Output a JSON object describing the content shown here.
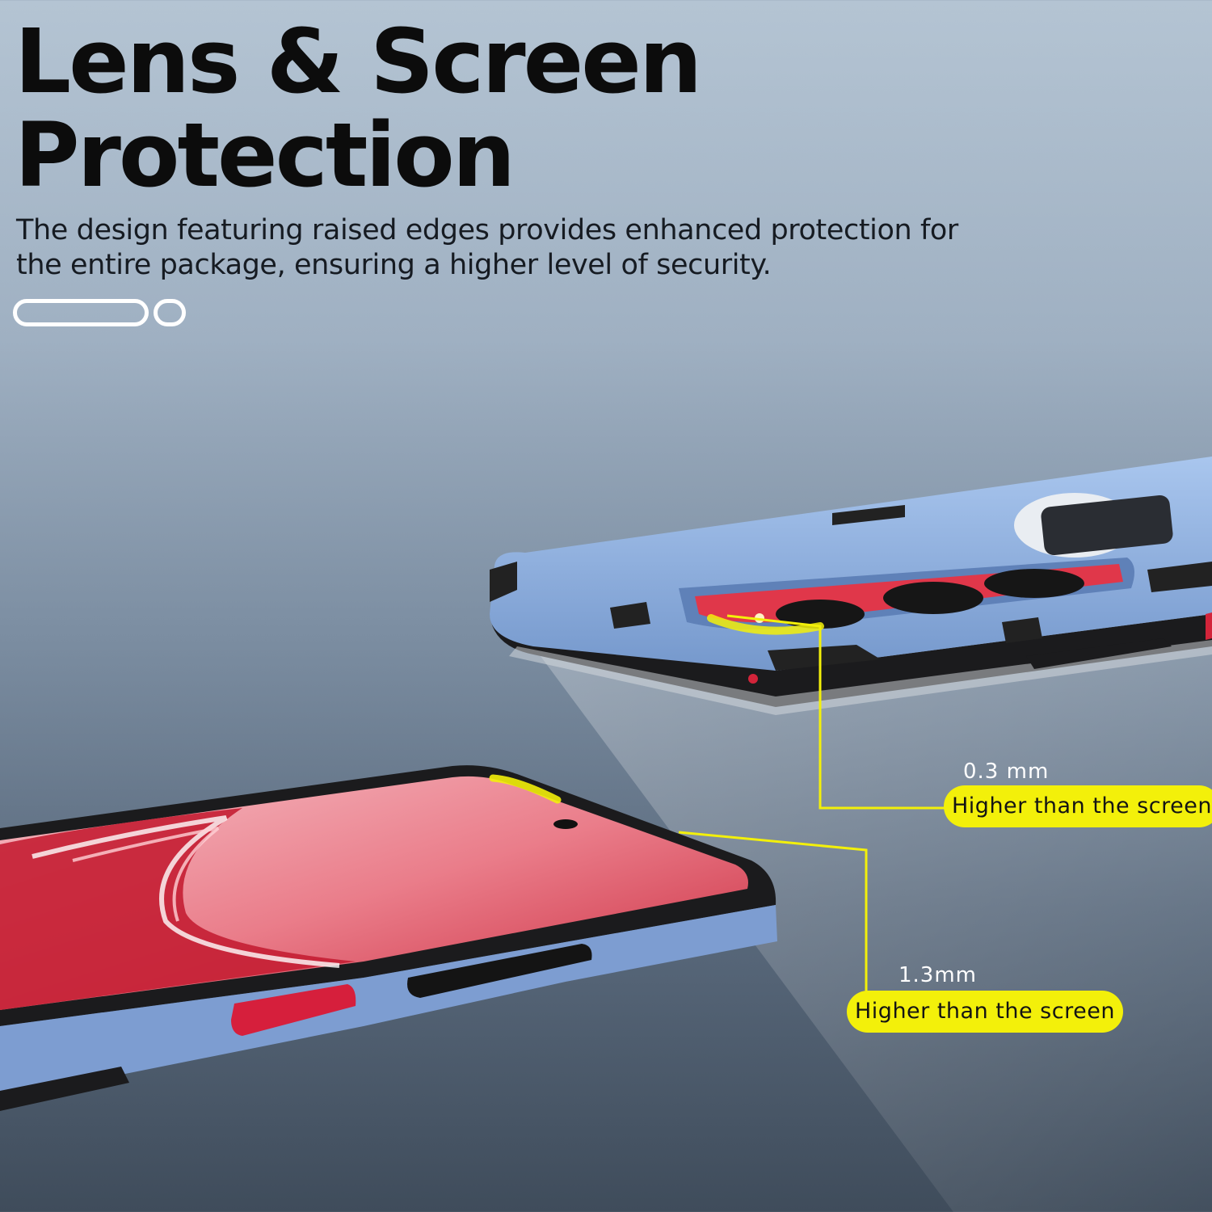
{
  "headline": {
    "line1": "Lens & Screen",
    "line2": "Protection"
  },
  "subtitle": {
    "line1": "The design featuring raised edges provides enhanced protection for",
    "line2": "the entire package, ensuring a higher level of security."
  },
  "callouts": [
    {
      "value": "0.3 mm",
      "label": "Higher than the screen"
    },
    {
      "value": "1.3mm",
      "label": "Higher than the screen"
    }
  ],
  "colors": {
    "accent": "#f3f00a",
    "case_blue": "#8fb0df",
    "screen_red": "#e0374a",
    "bumper_black": "#1b1b1d"
  }
}
